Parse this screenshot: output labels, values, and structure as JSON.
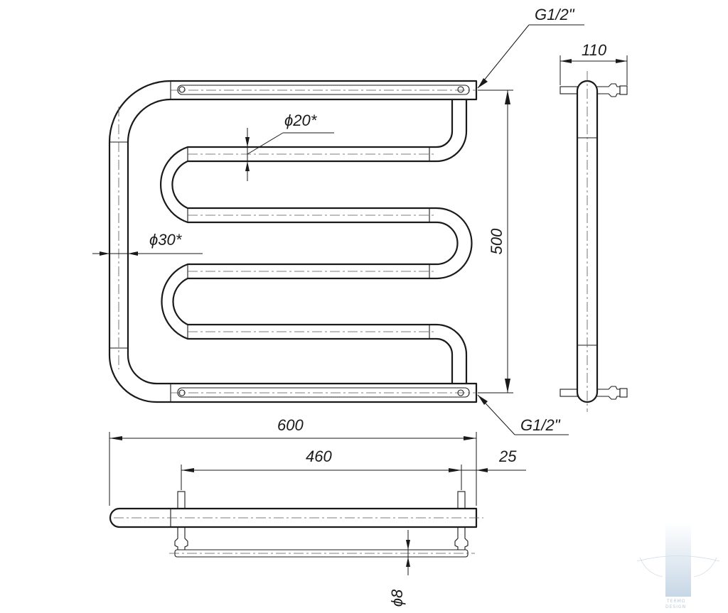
{
  "labels": {
    "thread_top": "G1/2\"",
    "thread_bottom": "G1/2\"",
    "depth": "110",
    "pipe_small": "ϕ20*",
    "pipe_large": "ϕ30*",
    "height": "500",
    "width_total": "600",
    "width_centers": "460",
    "offset": "25",
    "bar_dia": "ϕ8"
  },
  "watermark": {
    "line1": "TERMO",
    "line2": "DESIGN"
  },
  "colors": {
    "line": "#1a1a1a",
    "watermark": "#c7d7e6"
  }
}
